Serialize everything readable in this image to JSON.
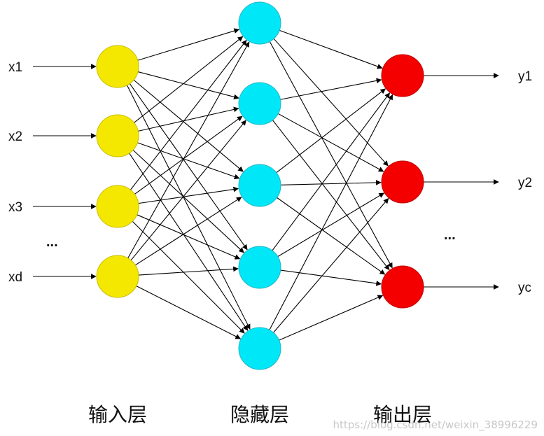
{
  "colors": {
    "input_node": "#f5e800",
    "input_stroke": "#c9be00",
    "hidden_node": "#00e8f8",
    "hidden_stroke": "#23b5c5",
    "output_node": "#f50000",
    "output_stroke": "#c00000",
    "edge": "#000000"
  },
  "layers": {
    "input": {
      "label": "输入层",
      "inputs": [
        "x1",
        "x2",
        "x3",
        "xd"
      ],
      "ellipsis": "..."
    },
    "hidden": {
      "label": "隐藏层",
      "node_count": 5
    },
    "output": {
      "label": "输出层",
      "outputs": [
        "y1",
        "y2",
        "yc"
      ],
      "ellipsis": "..."
    }
  },
  "watermark": "https://blog.csdn.net/weixin_38996229"
}
